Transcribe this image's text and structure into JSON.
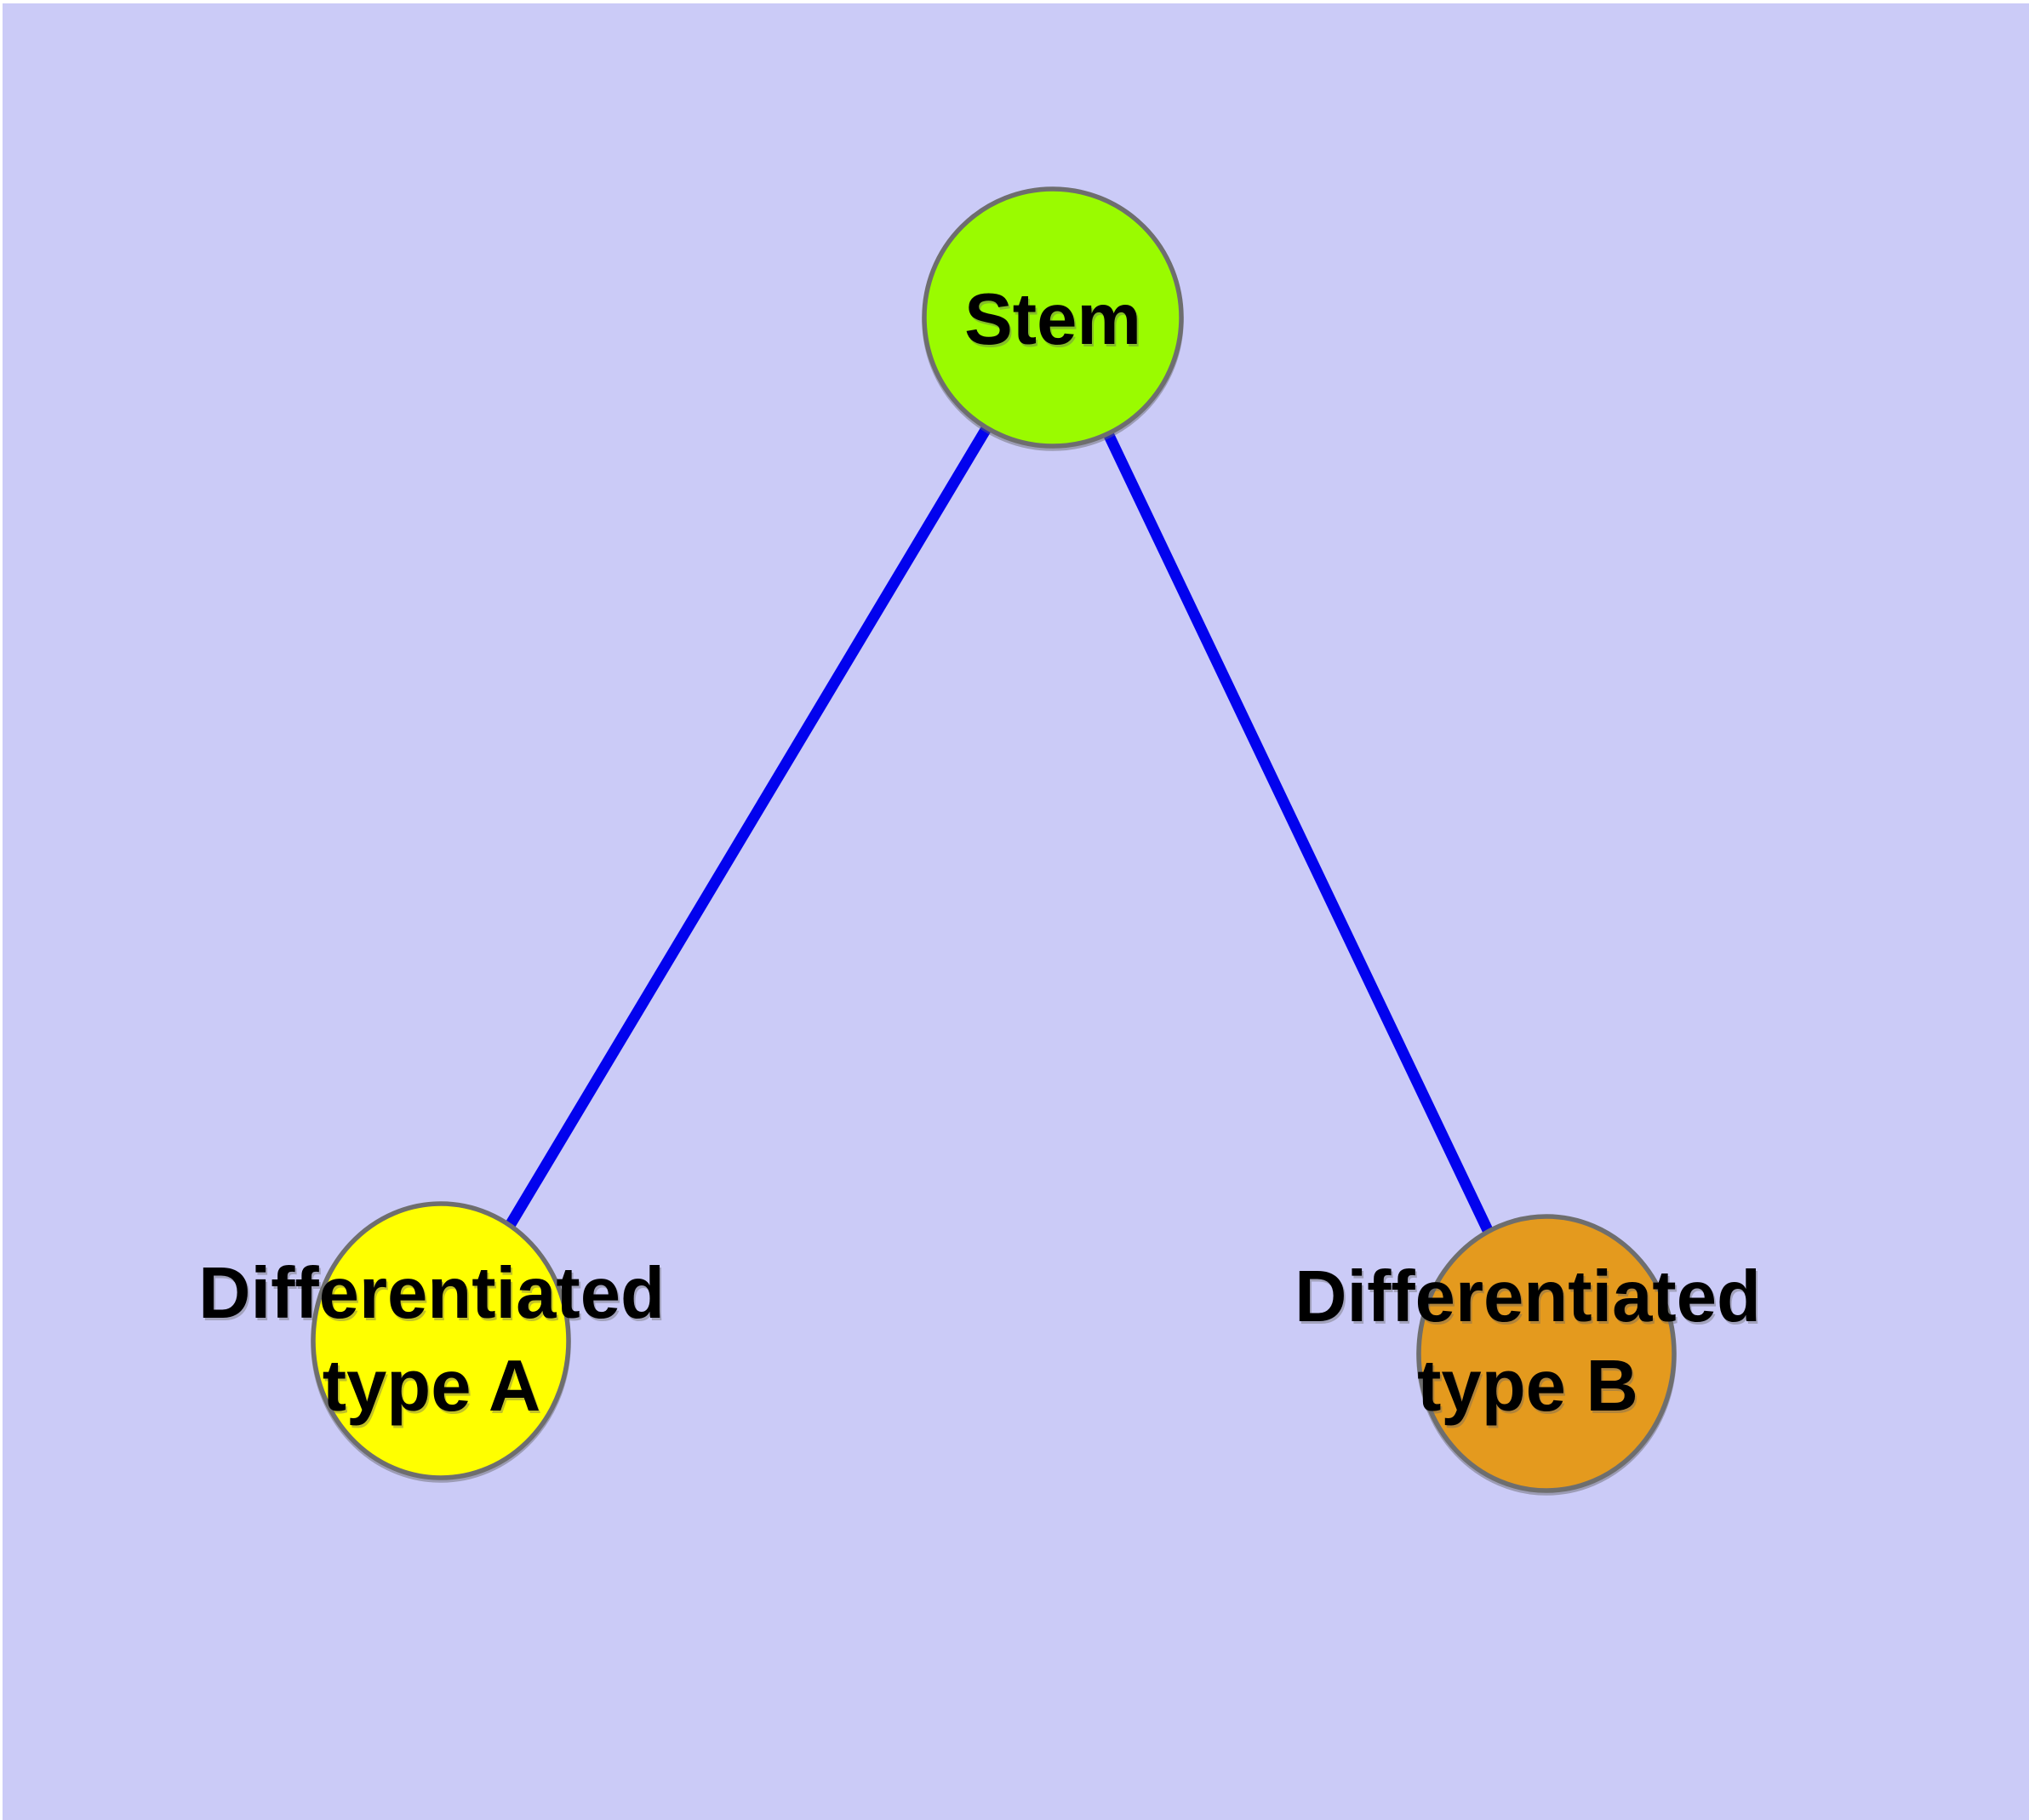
{
  "diagram": {
    "background_color": "#CBCBF7",
    "frame_color": "#FFFFFF",
    "edge_color": "#0202EE",
    "node_border_color": "#6E6E6E",
    "label_color": "#000000",
    "nodes": [
      {
        "id": "stem",
        "label": "Stem",
        "fill": "#9AFB00"
      },
      {
        "id": "differentiated-type-a",
        "label_line1": "Differentiated",
        "label_line2": "type A",
        "fill": "#FFFF00"
      },
      {
        "id": "differentiated-type-b",
        "label_line1": "Differentiated",
        "label_line2": "type B",
        "fill": "#E49A1E"
      }
    ],
    "edges": [
      {
        "from": "stem",
        "to": "differentiated-type-a"
      },
      {
        "from": "stem",
        "to": "differentiated-type-b"
      }
    ]
  }
}
